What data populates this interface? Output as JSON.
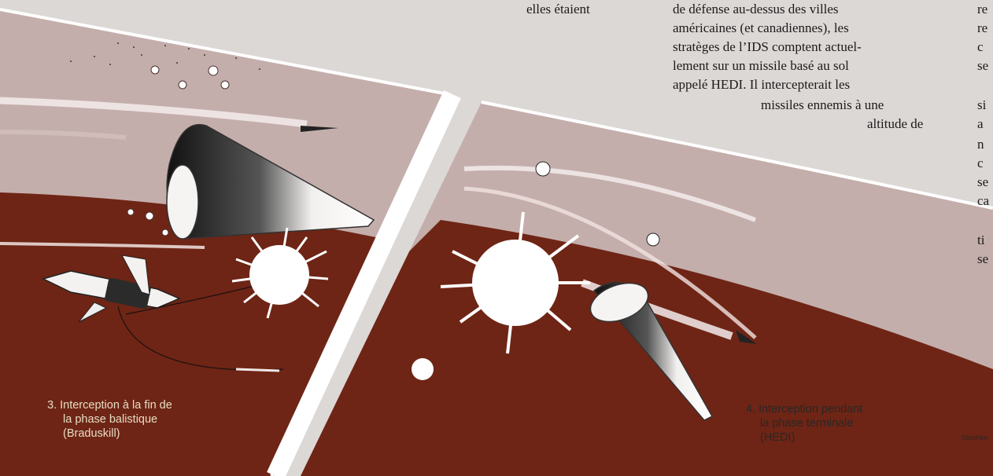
{
  "article": {
    "col1": [
      "elles étaient"
    ],
    "col2": [
      "de défense au-dessus des villes",
      "américaines (et canadiennes), les",
      "stratèges de l’IDS comptent actuel-",
      "lement sur un missile basé au sol",
      "appelé HEDI. Il intercepterait les",
      "missiles ennemis à une",
      "altitude de"
    ],
    "col3": [
      "re",
      "re",
      "c",
      "se",
      "",
      "si",
      "a",
      "n",
      "c",
      "se",
      "ca",
      "",
      "ti",
      "se"
    ]
  },
  "captions": {
    "panel3": [
      "3.  Interception à la fin de",
      "la phase balistique",
      "(Braduskill)"
    ],
    "panel4": [
      "4.  Interception pendant",
      "la phase terminale",
      "(HEDI)"
    ]
  },
  "credit": "Stephen",
  "colors": {
    "page": "#dcd8d6",
    "outer_band": "#c4aeab",
    "earth": "#6e2515",
    "caption_light": "#e7dcc4"
  }
}
